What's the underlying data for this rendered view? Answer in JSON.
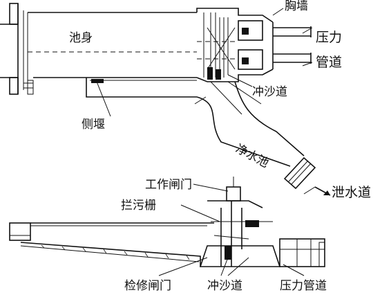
{
  "labels": {
    "chi_shen": "池身",
    "xiong_qiang": "胸墙",
    "ya_li": "压力",
    "guan_dao": "管道",
    "chong_sha_dao_top": "冲沙道",
    "ce_yan": "侧堰",
    "jing_shui_chi": "净水池",
    "xie_shui_dao": "泄水道",
    "gong_zuo_zha_men": "工作闸门",
    "lan_wu_shan": "拦污栅",
    "jian_xiu_zha_men": "检修闸门",
    "chong_sha_dao_bottom": "冲沙道",
    "ya_li_guan_dao": "压力管道"
  },
  "colors": {
    "ink": "#111111",
    "paper": "#ffffff"
  }
}
